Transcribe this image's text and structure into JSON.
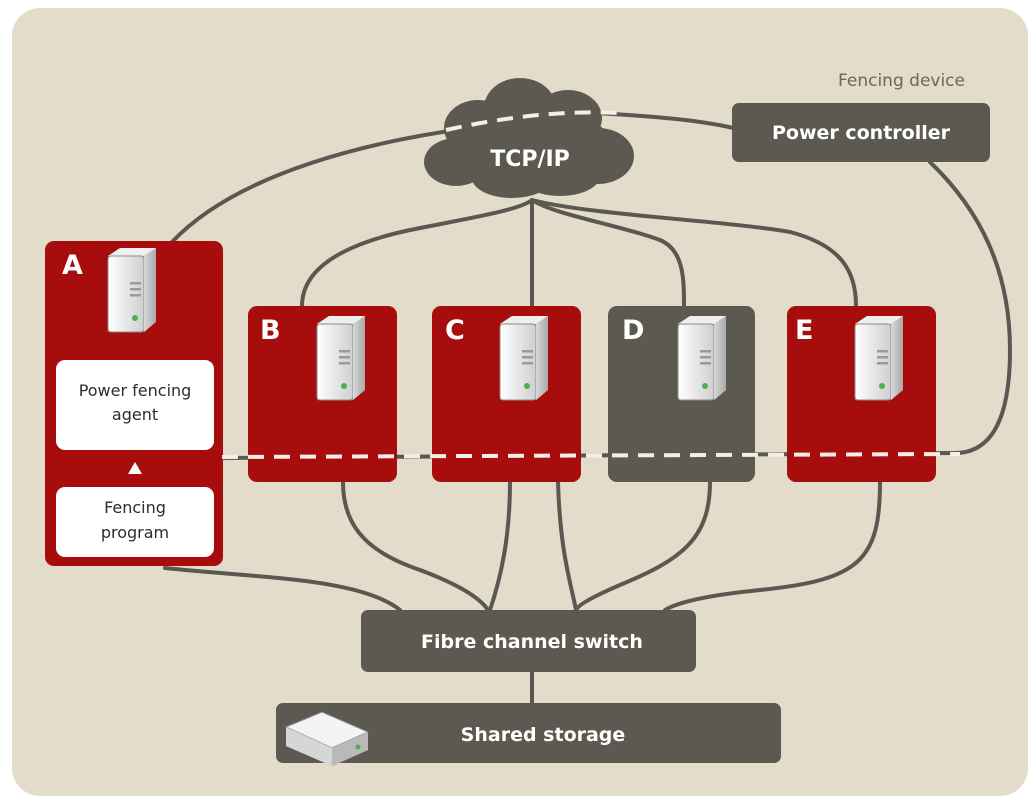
{
  "network": {
    "label": "TCP/IP"
  },
  "fencing_device": {
    "caption": "Fencing device",
    "label": "Power controller"
  },
  "nodes": [
    {
      "letter": "A",
      "state": "active",
      "color": "#a80d0d"
    },
    {
      "letter": "B",
      "state": "active",
      "color": "#a80d0d"
    },
    {
      "letter": "C",
      "state": "active",
      "color": "#a80d0d"
    },
    {
      "letter": "D",
      "state": "fenced",
      "color": "#5c5a50"
    },
    {
      "letter": "E",
      "state": "active",
      "color": "#a80d0d"
    }
  ],
  "node_a": {
    "agent_line1": "Power fencing",
    "agent_line2": "agent",
    "program_line1": "Fencing",
    "program_line2": "program"
  },
  "fibre_switch": {
    "label": "Fibre channel switch"
  },
  "storage": {
    "label": "Shared storage"
  },
  "colors": {
    "background": "#e3dccb",
    "wire": "#5a5850",
    "node_active": "#a80d0d",
    "device": "#5c5a50"
  }
}
